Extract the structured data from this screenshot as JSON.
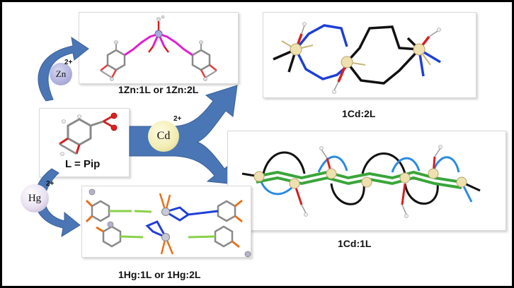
{
  "labels": {
    "zn_complex": "1Zn:1L or 1Zn:2L",
    "cd_2l": "1Cd:2L",
    "cd_1l": "1Cd:1L",
    "ligand": "L = Pip",
    "hg_complex": "1Hg:1L or 1Hg:2L"
  },
  "ions": {
    "zn": {
      "symbol": "Zn",
      "charge": "2+"
    },
    "cd": {
      "symbol": "Cd",
      "charge": "2+"
    },
    "hg": {
      "symbol": "Hg",
      "charge": "2+"
    }
  },
  "colors": {
    "arrow_blue": "#4a76b6",
    "arrow_dark": "#3a5f96",
    "metal_cd": "#efe0b0",
    "metal_zn": "#a9a9d9",
    "bond_blue": "#1f3fd6",
    "bond_green": "#3aa53a",
    "bond_magenta": "#e020d0",
    "bond_orange": "#e8701a",
    "oxygen_red": "#d42020",
    "bond_gray": "#8a8a8a"
  }
}
